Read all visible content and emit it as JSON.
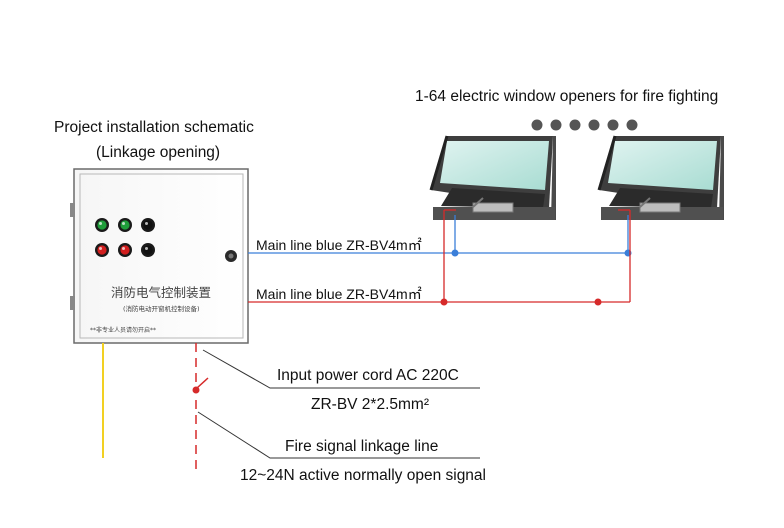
{
  "title": {
    "line1": "Project installation schematic",
    "line2": "(Linkage opening)"
  },
  "openers": {
    "caption": "1-64 electric window openers for fire fighting",
    "dot_count": 6
  },
  "control_box": {
    "name_cn": "消防电气控制装置",
    "subtitle_cn": "(消防电动开窗机控制设备)",
    "note_cn": "**非专业人员请勿开启**",
    "indicator_colors": [
      "#1f9d3a",
      "#1f9d3a",
      "#111111",
      "#d21f1f",
      "#d21f1f",
      "#111111"
    ]
  },
  "lines": {
    "main_line_1": "Main line blue ZR-BV4m㎡",
    "main_line_2": "Main line blue ZR-BV4m㎡",
    "power_cord": "Input power cord AC 220C",
    "power_spec": "ZR-BV  2*2.5mm²",
    "fire_signal": "Fire signal linkage line",
    "fire_signal_spec": "12~24N active normally open signal"
  },
  "colors": {
    "blue_line": "#3b7fd9",
    "red_line": "#d62a2a",
    "yellow_line": "#f2d022",
    "dot": "#555555"
  }
}
